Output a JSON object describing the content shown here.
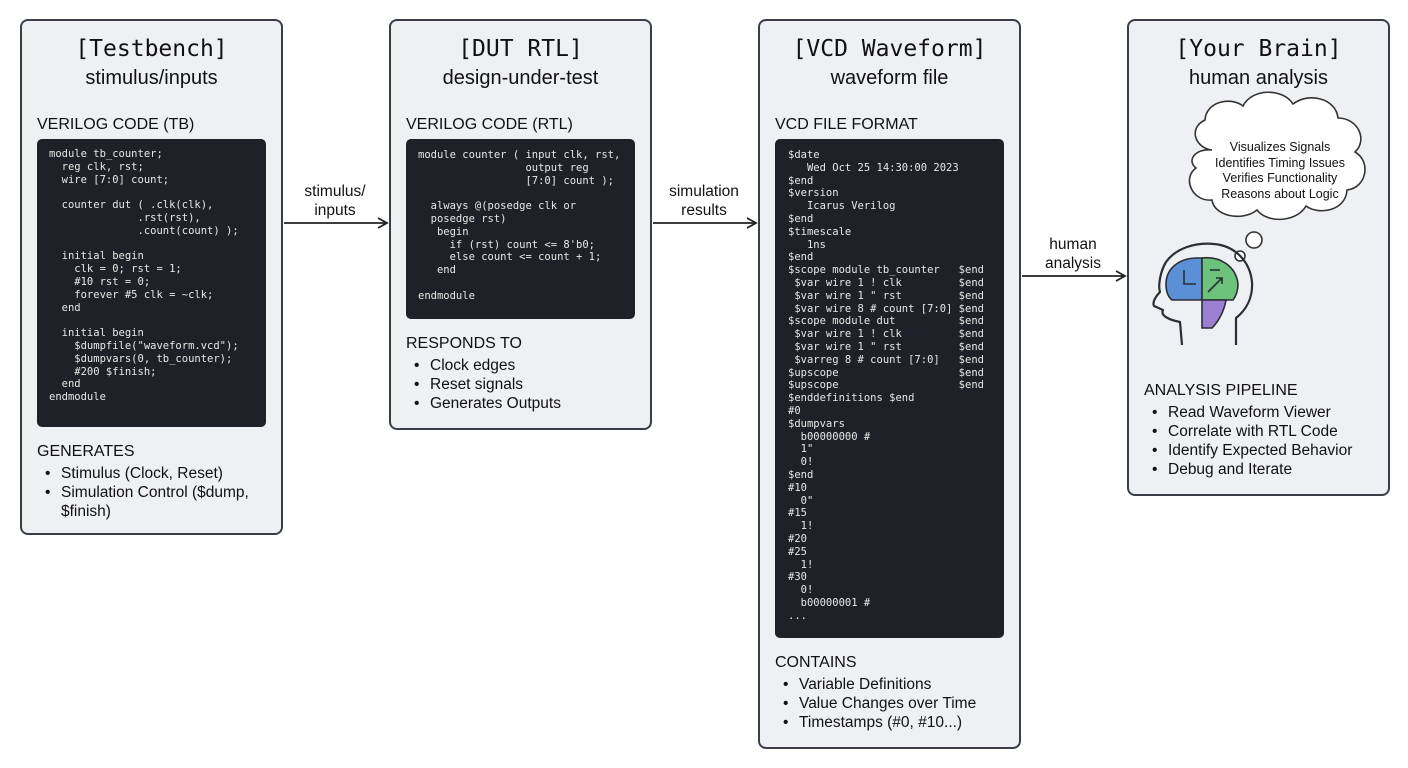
{
  "testbench": {
    "title": "[Testbench]",
    "subtitle": "stimulus/inputs",
    "code_heading": "VERILOG CODE (TB)",
    "code": "module tb_counter;\n  reg clk, rst;\n  wire [7:0] count;\n\n  counter dut ( .clk(clk),\n              .rst(rst),\n              .count(count) );\n\n  initial begin\n    clk = 0; rst = 1;\n    #10 rst = 0;\n    forever #5 clk = ~clk;\n  end\n\n  initial begin\n    $dumpfile(\"waveform.vcd\");\n    $dumpvars(0, tb_counter);\n    #200 $finish;\n  end\nendmodule",
    "list_heading": "GENERATES",
    "items": [
      "Stimulus (Clock, Reset)",
      "Simulation Control ($dump,",
      "$finish)"
    ]
  },
  "dut": {
    "title": "[DUT RTL]",
    "subtitle": "design-under-test",
    "code_heading": "VERILOG CODE (RTL)",
    "code": "module counter ( input clk, rst,\n                 output reg\n                 [7:0] count );\n\n  always @(posedge clk or\n  posedge rst)\n   begin\n     if (rst) count <= 8'b0;\n     else count <= count + 1;\n   end\n\nendmodule",
    "list_heading": "RESPONDS TO",
    "items": [
      "Clock edges",
      "Reset signals",
      "Generates Outputs"
    ]
  },
  "vcd": {
    "title": "[VCD Waveform]",
    "subtitle": "waveform file",
    "code_heading": "VCD FILE FORMAT",
    "code": "$date\n   Wed Oct 25 14:30:00 2023\n$end\n$version\n   Icarus Verilog\n$end\n$timescale\n   1ns\n$end\n$scope module tb_counter   $end\n $var wire 1 ! clk         $end\n $var wire 1 \" rst         $end\n $var wire 8 # count [7:0] $end\n$scope module dut          $end\n $var wire 1 ! clk         $end\n $var wire 1 \" rst         $end\n $varreg 8 # count [7:0]   $end\n$upscope                   $end\n$upscope                   $end\n$enddefinitions $end\n#0\n$dumpvars\n  b00000000 #\n  1\"\n  0!\n$end\n#10\n  0\"\n#15\n  1!\n#20\n#25\n  1!\n#30\n  0!\n  b00000001 #\n...",
    "list_heading": "CONTAINS",
    "items": [
      "Variable Definitions",
      "Value Changes over Time",
      "Timestamps (#0, #10...)"
    ]
  },
  "brain": {
    "title": "[Your Brain]",
    "subtitle": "human analysis",
    "thoughts": [
      "Visualizes Signals",
      "Identifies Timing Issues",
      "Verifies Functionality",
      "Reasons about Logic"
    ],
    "list_heading": "ANALYSIS PIPELINE",
    "items": [
      "Read Waveform Viewer",
      "Correlate with RTL Code",
      "Identify Expected Behavior",
      "Debug and Iterate"
    ]
  },
  "arrows": {
    "tb_to_dut": [
      "stimulus/",
      "inputs"
    ],
    "dut_to_vcd": [
      "simulation",
      "results"
    ],
    "vcd_to_brain": [
      "human",
      "analysis"
    ]
  },
  "colors": {
    "card_bg": "#eef0f3",
    "card_border": "#3a3f47",
    "code_bg": "#1e2127",
    "brain_blue": "#5b8fd6",
    "brain_green": "#6cc27a",
    "brain_purple": "#9b7fd0"
  },
  "icons": [
    "head-brain-icon",
    "thought-cloud-icon"
  ]
}
